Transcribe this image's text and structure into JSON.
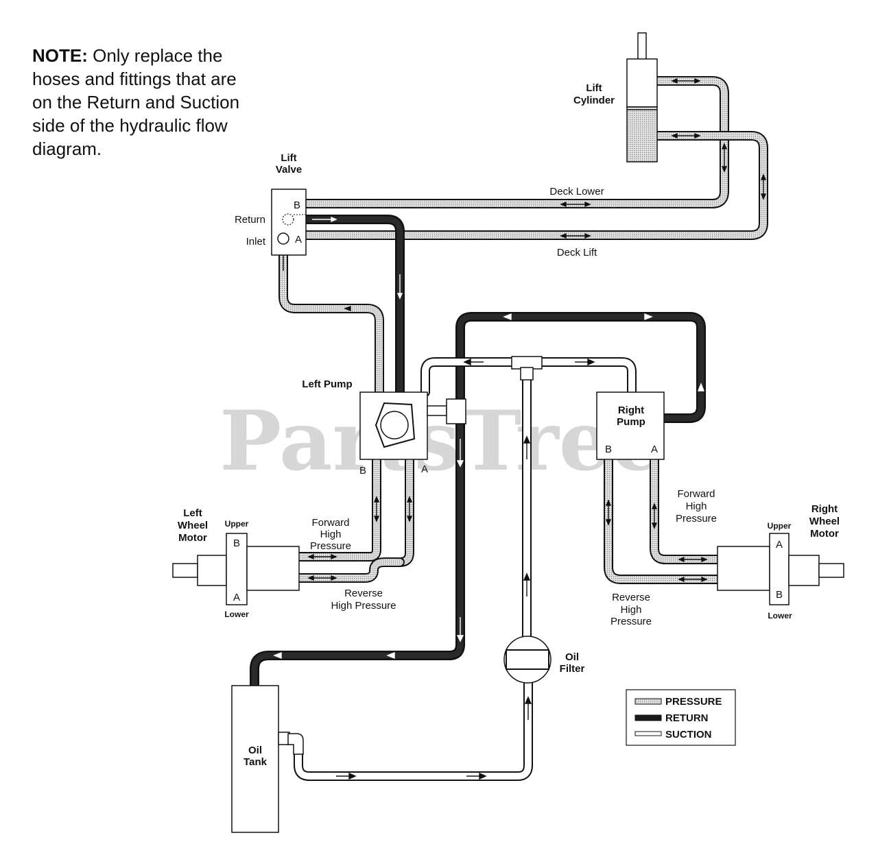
{
  "note": {
    "prefix": "NOTE:",
    "text": "Only replace the hoses and fittings that are on the Return and Suction side of the hydraulic flow diagram."
  },
  "watermark": {
    "text": "PartsTree",
    "tm": "™",
    "color": "#d6d6d6"
  },
  "components": {
    "lift_valve": {
      "line1": "Lift",
      "line2": "Valve",
      "port_b": "B",
      "port_a": "A",
      "return": "Return",
      "inlet": "Inlet"
    },
    "lift_cylinder": {
      "line1": "Lift",
      "line2": "Cylinder"
    },
    "left_pump": {
      "label": "Left Pump",
      "port_b": "B",
      "port_a": "A"
    },
    "right_pump": {
      "line1": "Right",
      "line2": "Pump",
      "port_b": "B",
      "port_a": "A"
    },
    "left_wheel_motor": {
      "line1": "Left",
      "line2": "Wheel",
      "line3": "Motor",
      "upper": "Upper",
      "lower": "Lower",
      "port_b": "B",
      "port_a": "A"
    },
    "right_wheel_motor": {
      "line1": "Right",
      "line2": "Wheel",
      "line3": "Motor",
      "upper": "Upper",
      "lower": "Lower",
      "port_a": "A",
      "port_b": "B"
    },
    "oil_filter": {
      "line1": "Oil",
      "line2": "Filter"
    },
    "oil_tank": {
      "line1": "Oil",
      "line2": "Tank"
    }
  },
  "lines": {
    "deck_lower": "Deck Lower",
    "deck_lift": "Deck Lift",
    "left_forward": [
      "Forward",
      "High",
      "Pressure"
    ],
    "left_reverse": [
      "Reverse",
      "High Pressure"
    ],
    "right_forward": [
      "Forward",
      "High",
      "Pressure"
    ],
    "right_reverse": [
      "Reverse",
      "High",
      "Pressure"
    ]
  },
  "legend": {
    "items": [
      {
        "label": "PRESSURE",
        "style": "pressure"
      },
      {
        "label": "RETURN",
        "style": "return"
      },
      {
        "label": "SUCTION",
        "style": "suction"
      }
    ]
  },
  "colors": {
    "pressure_fill": "#cfcfcf",
    "return_fill": "#1a1a1a",
    "outline": "#111111"
  }
}
